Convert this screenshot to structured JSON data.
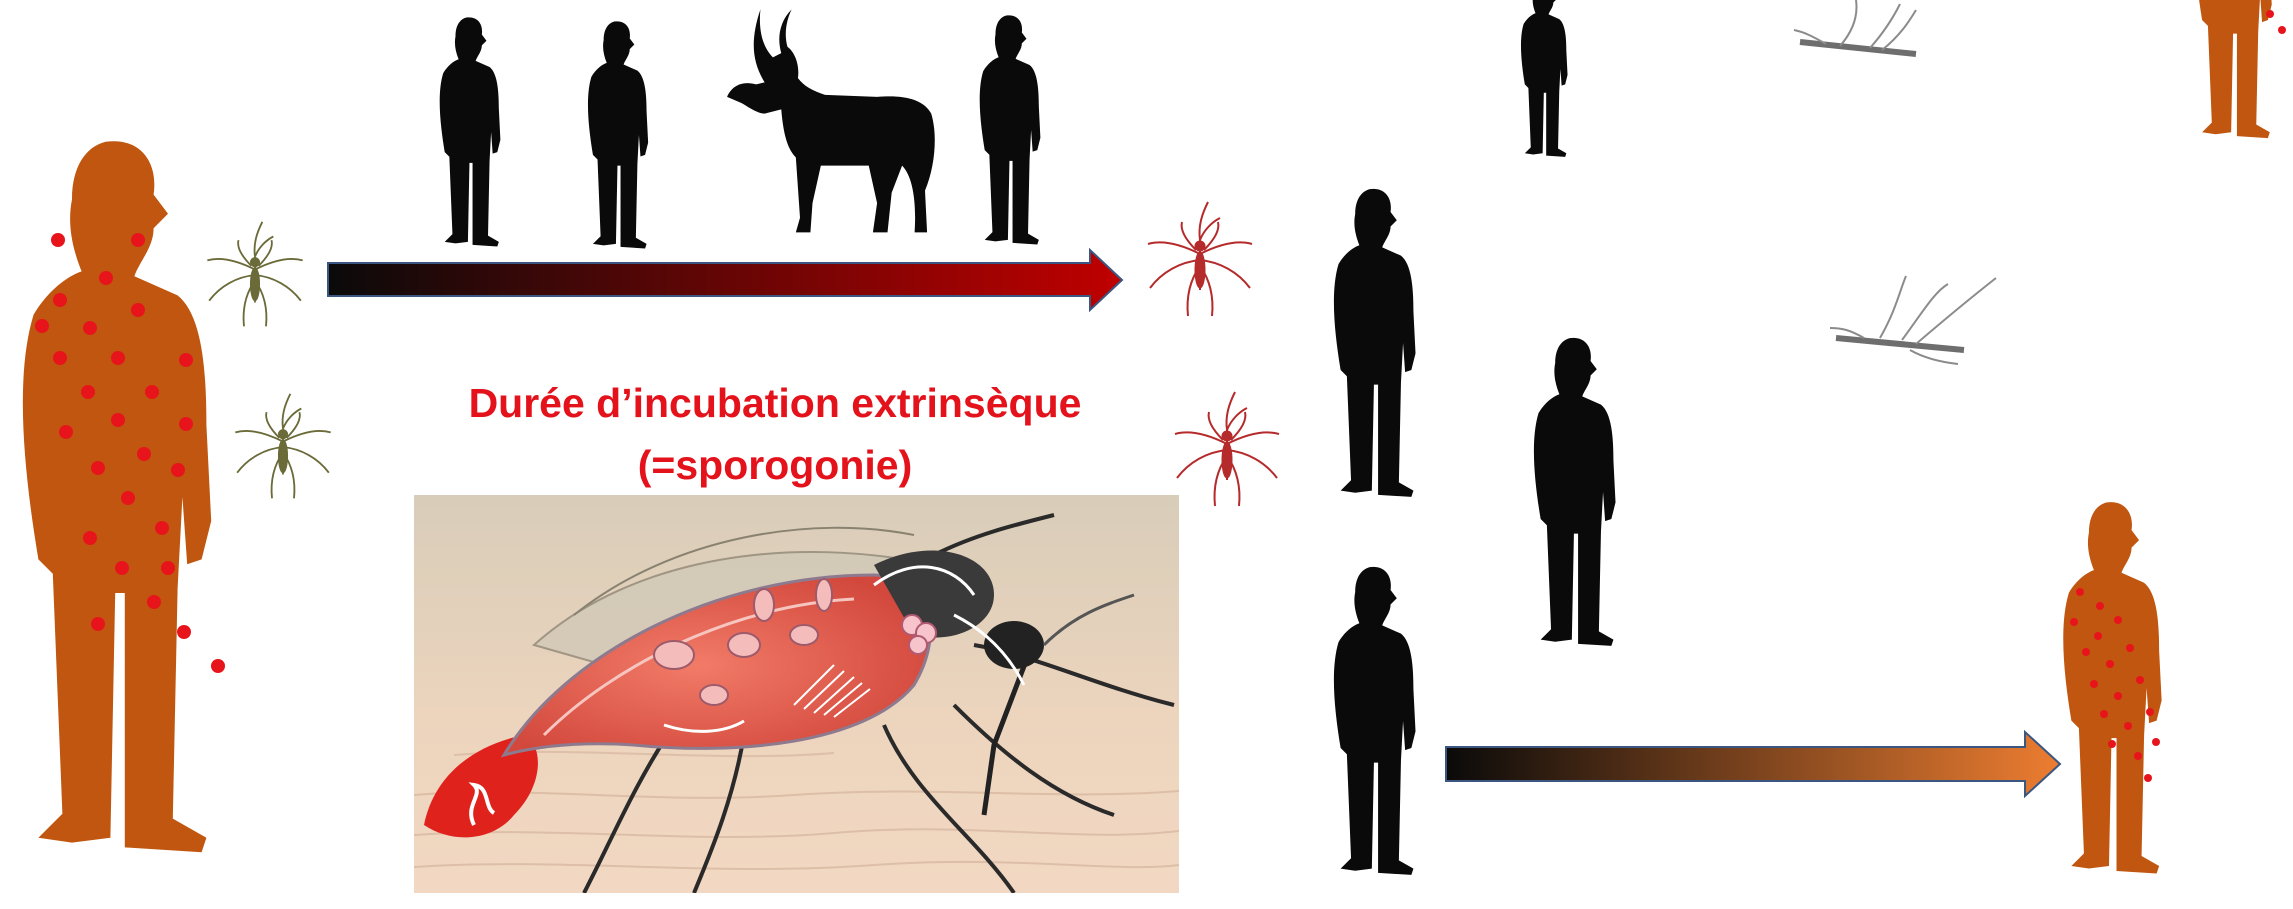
{
  "caption": {
    "line1": "Durée d’incubation extrinsèque",
    "line2": "(=sporogonie)"
  },
  "colors": {
    "infected_human": "#c0560f",
    "infection_dot": "#e8141c",
    "silhouette": "#0a0a0a",
    "caption_text": "#e3121b",
    "arrow_top_start": "#0a0a0a",
    "arrow_top_end": "#c00000",
    "arrow_bottom_start": "#0a0a0a",
    "arrow_bottom_end": "#ed7d31",
    "infected_mosquito": "#b52a2a"
  },
  "icons": [
    "infected-human-silhouette",
    "human-silhouette",
    "cattle-silhouette",
    "mosquito-icon",
    "infected-mosquito-icon",
    "gradient-arrow",
    "mosquito-photo"
  ]
}
